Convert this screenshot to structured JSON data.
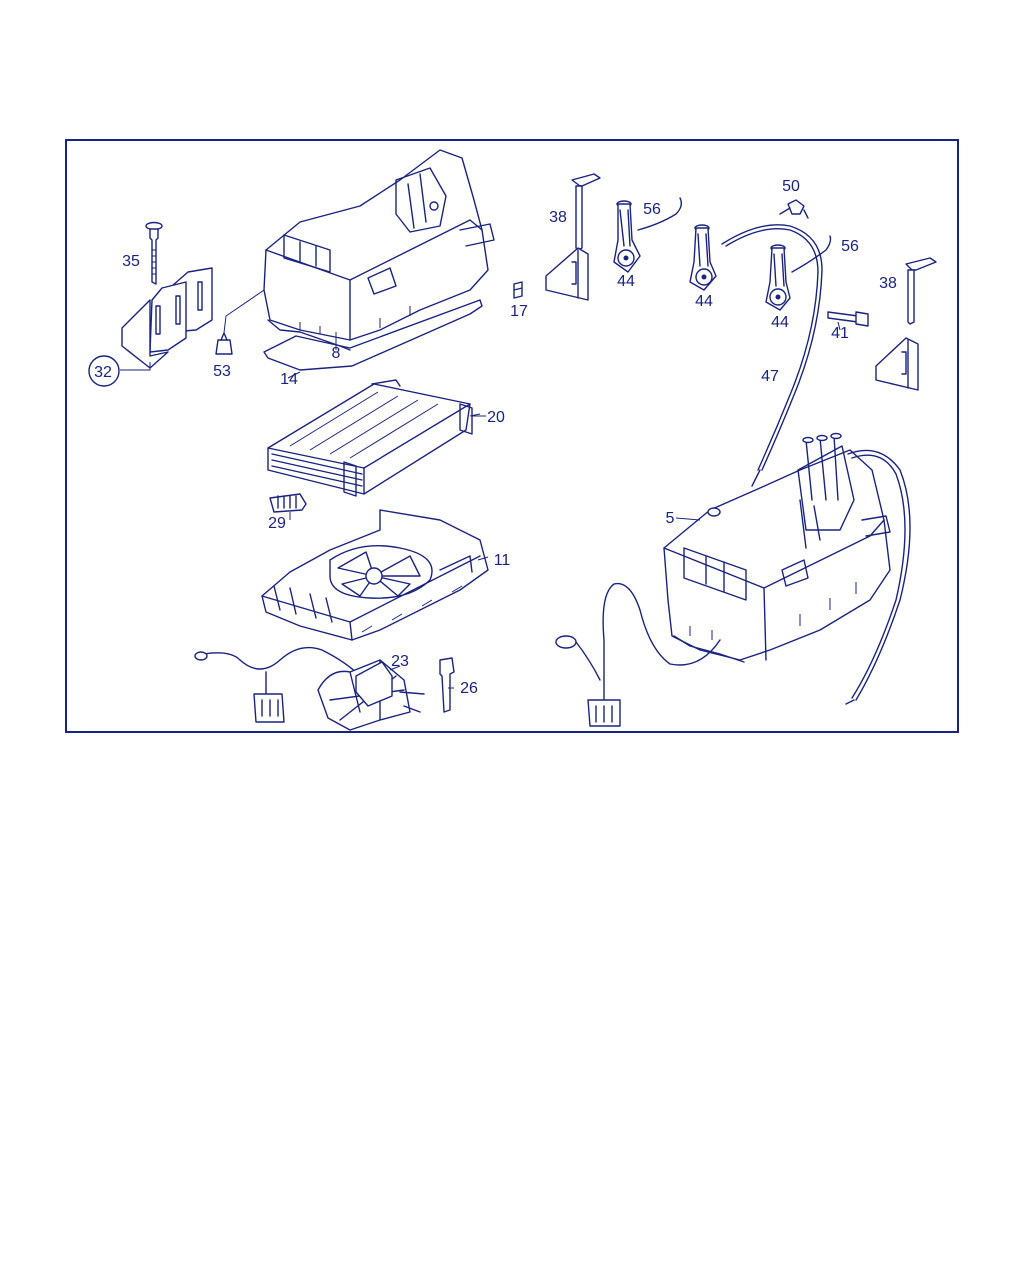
{
  "colors": {
    "line": "#1a237e",
    "background": "#ffffff"
  },
  "labels": {
    "p35": "35",
    "p32": "32",
    "p53": "53",
    "p8": "8",
    "p14": "14",
    "p20": "20",
    "p29": "29",
    "p11": "11",
    "p23": "23",
    "p26": "26",
    "p17": "17",
    "p38a": "38",
    "p56a": "56",
    "p44a": "44",
    "p44b": "44",
    "p44c": "44",
    "p50": "50",
    "p56b": "56",
    "p38b": "38",
    "p41": "41",
    "p47": "47",
    "p5": "5"
  }
}
